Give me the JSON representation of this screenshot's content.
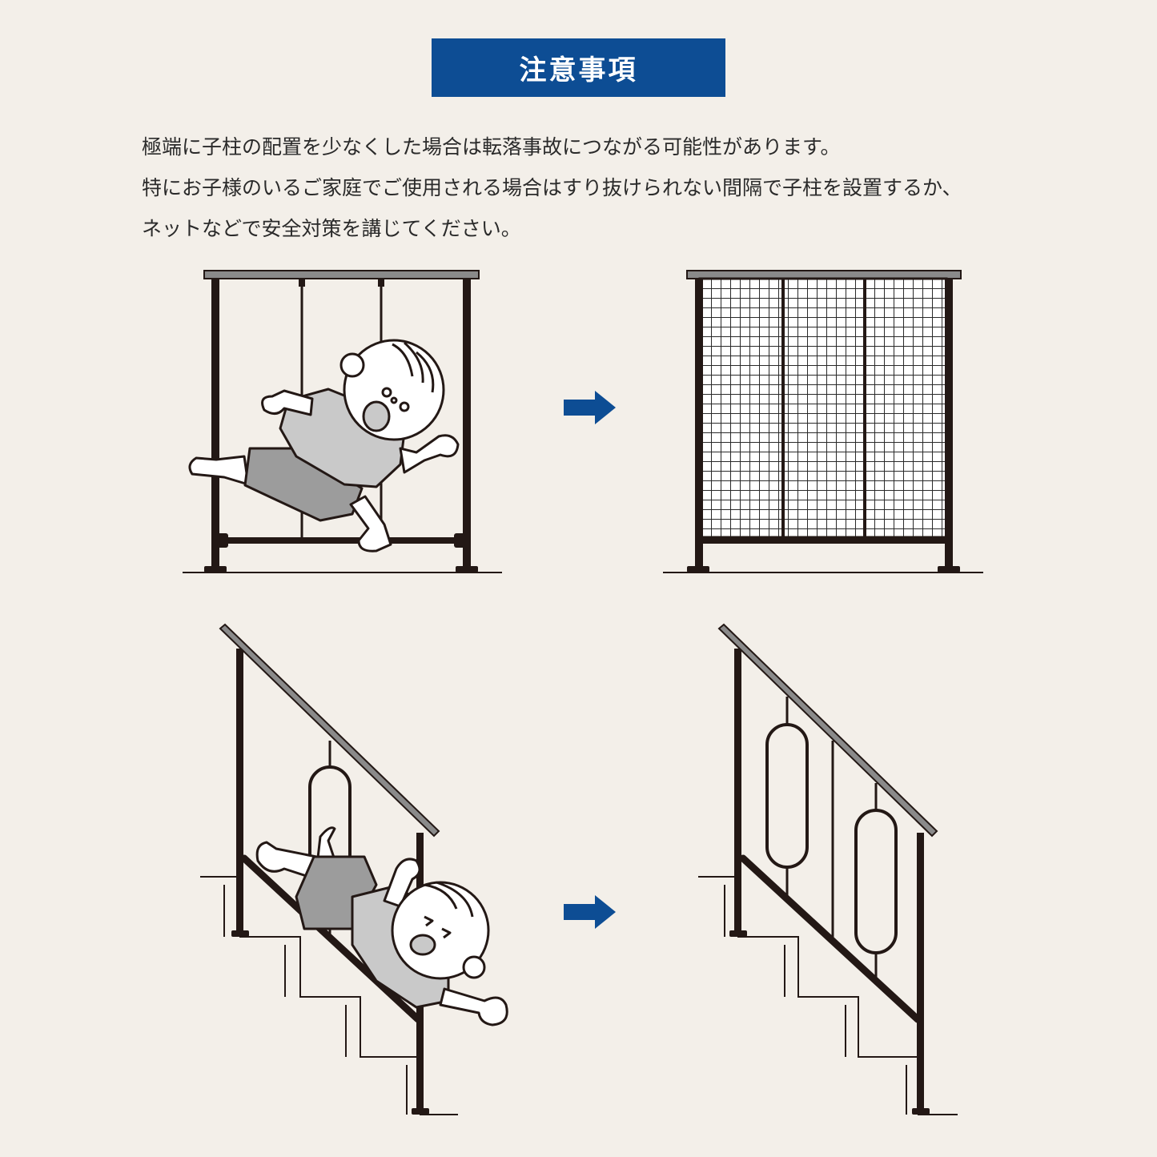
{
  "title": "注意事項",
  "notice_lines": [
    "極端に子柱の配置を少なくした場合は転落事故につながる可能性があります。",
    "特にお子様のいるご家庭でご使用される場合はすり抜けられない間隔で子柱を設置するか、",
    "ネットなどで安全対策を講じてください。"
  ],
  "colors": {
    "background": "#f3efe9",
    "banner": "#0d4d94",
    "arrow": "#0d4d94",
    "frame": "#231815",
    "rail_top": "#8a8a8a",
    "child_skin": "#ffffff",
    "child_clothes": "#c9c9c9",
    "child_shorts": "#9c9c9c"
  },
  "icons": [
    "arrow-right-icon",
    "arrow-right-icon"
  ]
}
